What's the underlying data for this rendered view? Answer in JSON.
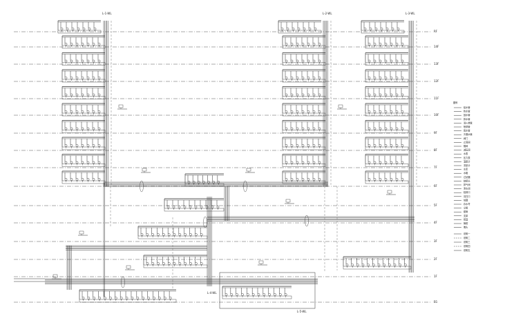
{
  "stack_labels": [
    "L-1-WL",
    "L-2-WL",
    "L-3-WL"
  ],
  "level_labels": [
    "RF",
    "14F",
    "13F",
    "12F",
    "11F",
    "10F",
    "9F",
    "8F",
    "7F",
    "6F",
    "5F",
    "4F",
    "3F",
    "2F",
    "1F",
    "B1"
  ],
  "bottom_labels": [
    "L-4-WL",
    "L-5-WL"
  ],
  "legend_title": "图例",
  "legend_items": [
    "给水管",
    "热水管",
    "回水管",
    "排水管",
    "消火栓管",
    "喷淋管",
    "雨水管",
    "冷凝水管",
    "阀门",
    "止回阀",
    "蝶阀",
    "减压阀",
    "水表",
    "压力表",
    "温度计",
    "流量计",
    "水泵",
    "水箱",
    "过滤器",
    "软接头",
    "排气阀",
    "泄水阀",
    "检修口",
    "清扫口",
    "地漏",
    "存水弯",
    "立管",
    "套管",
    "支架",
    "保温",
    "管帽",
    "堵头"
  ],
  "legend_notes": [
    "说明一",
    "说明二",
    "说明三",
    "说明四",
    "说明五"
  ],
  "colors": {
    "line": "#2a2a2a",
    "dash": "#555555"
  }
}
